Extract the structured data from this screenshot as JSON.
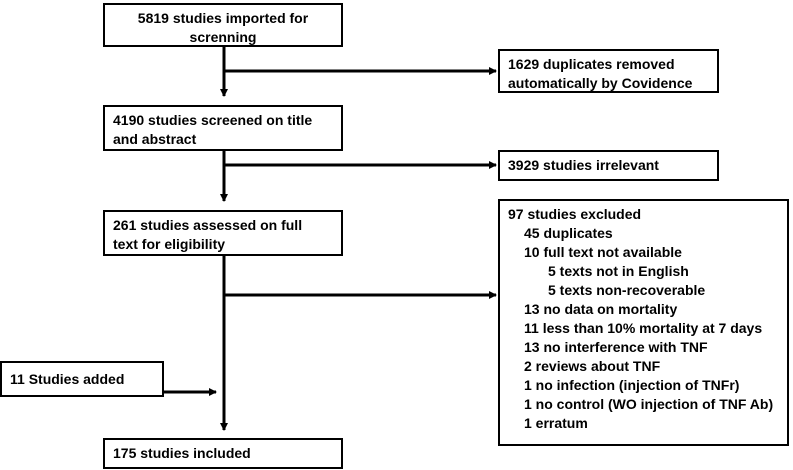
{
  "boxes": {
    "imported": {
      "line1": "5819 studies imported for",
      "line2": "screnning"
    },
    "duplicates_removed": {
      "line1": "1629 duplicates removed",
      "line2": "automatically by Covidence"
    },
    "screened": {
      "line1": "4190 studies screened on title",
      "line2": "and abstract"
    },
    "irrelevant": {
      "line1": "3929 studies irrelevant"
    },
    "assessed": {
      "line1": "261 studies assessed on full",
      "line2": "text for eligibility"
    },
    "added": {
      "line1": "11 Studies added"
    },
    "included": {
      "line1": "175 studies included"
    }
  },
  "excluded": {
    "title": "97 studies excluded",
    "items": [
      "45 duplicates",
      "10 full text not available",
      "5 texts not in English",
      "5 texts non-recoverable",
      "13 no data on mortality",
      "11 less than 10% mortality at 7 days",
      "13 no interference with TNF",
      "2 reviews about TNF",
      "1 no infection (injection of TNFr)",
      "1 no control (WO injection of TNF Ab)",
      "1 erratum"
    ]
  }
}
